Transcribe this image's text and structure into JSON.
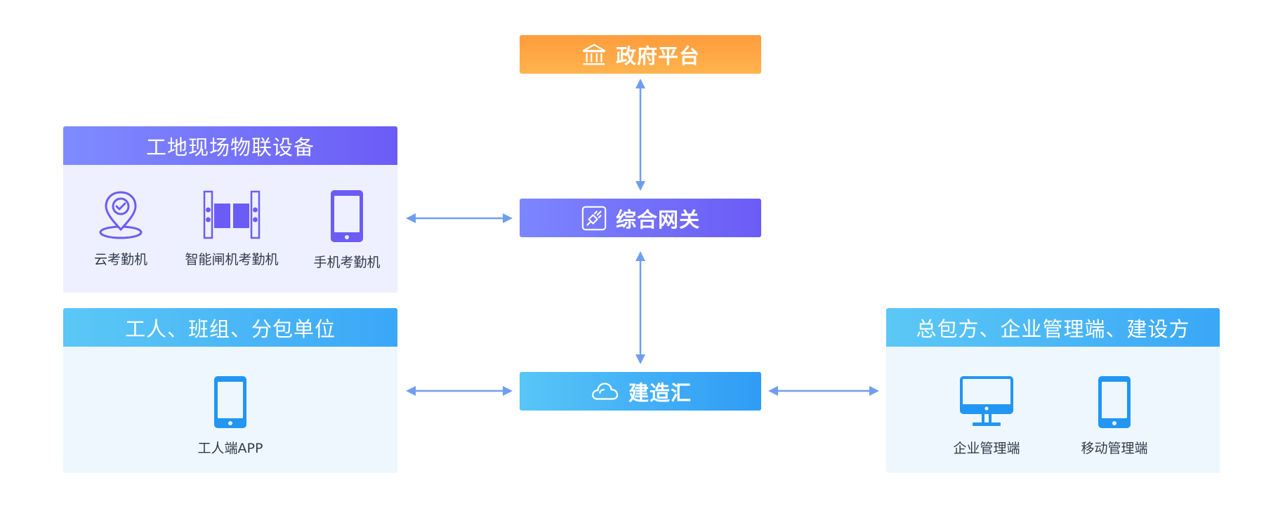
{
  "hubs": {
    "gov": {
      "label": "政府平台",
      "icon": "bank-icon"
    },
    "gateway": {
      "label": "综合网关",
      "icon": "plug-icon"
    },
    "jianzaohui": {
      "label": "建造汇",
      "icon": "cloud-icon"
    }
  },
  "panels": {
    "iot": {
      "title": "工地现场物联设备",
      "devices": [
        {
          "label": "云考勤机",
          "icon": "location-check-icon"
        },
        {
          "label": "智能闸机考勤机",
          "icon": "turnstile-gate-icon"
        },
        {
          "label": "手机考勤机",
          "icon": "mobile-phone-icon"
        }
      ]
    },
    "workers": {
      "title": "工人、班组、分包单位",
      "devices": [
        {
          "label": "工人端APP",
          "icon": "mobile-phone-icon"
        }
      ]
    },
    "mgmt": {
      "title": "总包方、企业管理端、建设方",
      "devices": [
        {
          "label": "企业管理端",
          "icon": "desktop-monitor-icon"
        },
        {
          "label": "移动管理端",
          "icon": "mobile-phone-icon"
        }
      ]
    }
  },
  "colors": {
    "gov": "#ffa23f",
    "gateway": "#6e66f7",
    "jianzaohui": "#3aa7f7",
    "arrow": "#6f9ef0",
    "purple_icon": "#6b5cf5",
    "blue_icon": "#2196f3"
  }
}
